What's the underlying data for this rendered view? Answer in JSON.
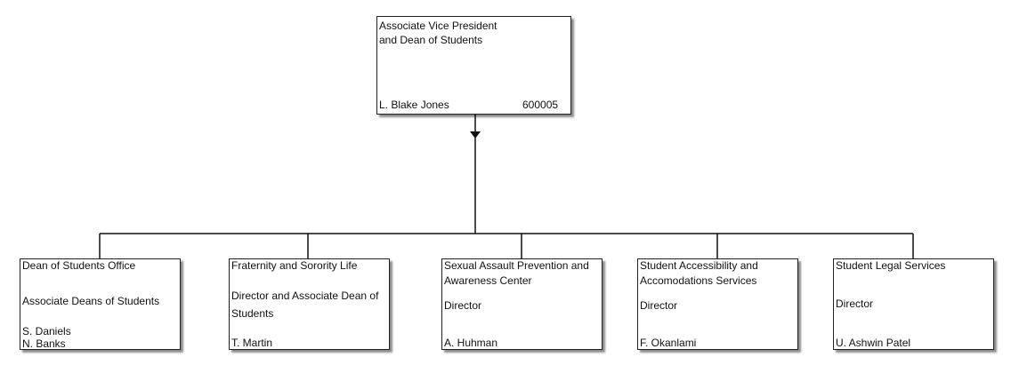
{
  "root": {
    "title_line1": "Associate Vice President",
    "title_line2": "and Dean of Students",
    "name": "L. Blake Jones",
    "code": "600005"
  },
  "units": [
    {
      "title": "Dean of Students Office",
      "role": "Associate Deans of Students",
      "person1": "S. Daniels",
      "person2": "N. Banks"
    },
    {
      "title": "Fraternity and Sorority Life",
      "role_line1": "Director and Associate Dean of",
      "role_line2": "Students",
      "person": "T. Martin"
    },
    {
      "title_line1": "Sexual Assault Prevention and",
      "title_line2": "Awareness Center",
      "role": "Director",
      "person": "A. Huhman"
    },
    {
      "title_line1": "Student Accessibility and",
      "title_line2": "Accomodations Services",
      "role": "Director",
      "person": "F. Okanlami"
    },
    {
      "title": "Student Legal Services",
      "role": "Director",
      "person": "U. Ashwin Patel"
    }
  ]
}
